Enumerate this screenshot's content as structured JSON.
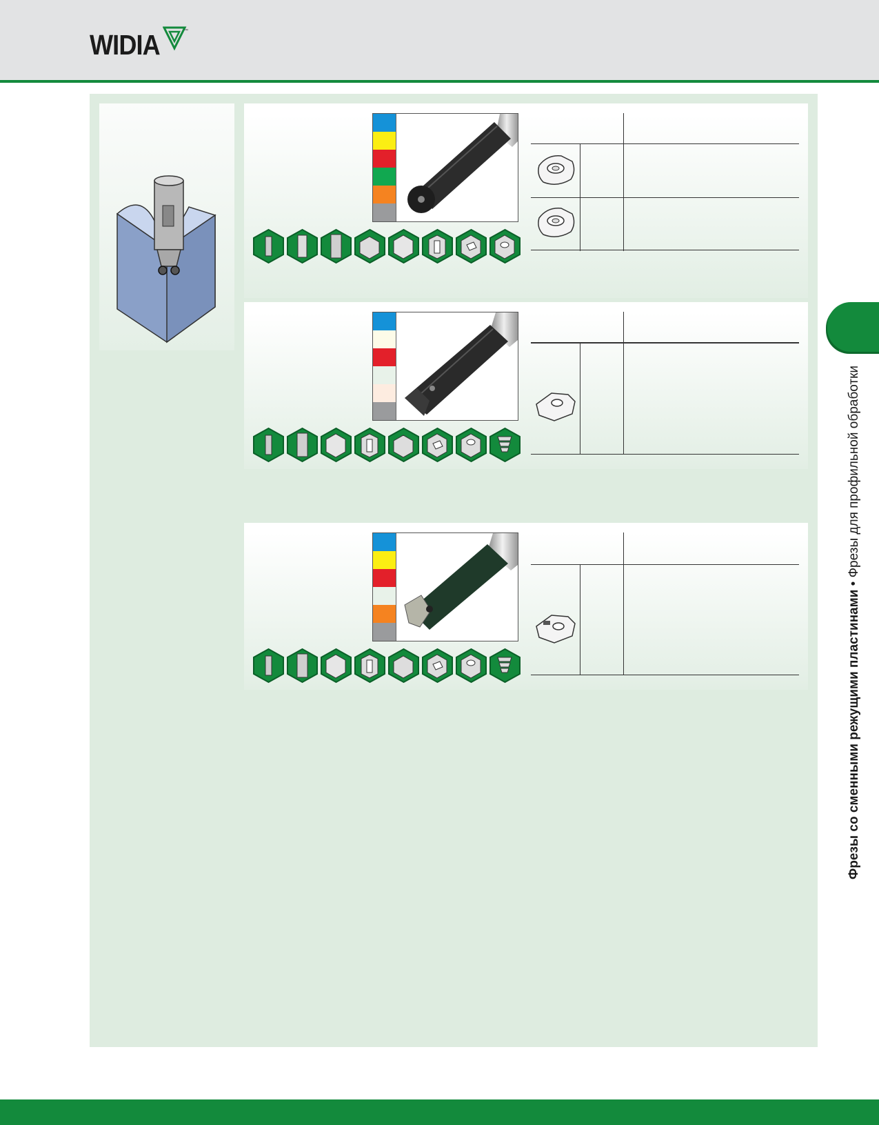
{
  "brand": {
    "name": "WIDIA",
    "mark": "™"
  },
  "colors": {
    "green": "#138a3c",
    "panel": "#deece0",
    "header": "#e2e3e4"
  },
  "sidebar": {
    "title_bold": "Фрезы со сменными режущими пластинами",
    "separator": " • ",
    "title_regular": "Фрезы для профильной обработки"
  },
  "products": [
    {
      "material_colors": [
        "#1592d8",
        "#fbee13",
        "#e3202a",
        "#11a850",
        "#f58320",
        "#9a9b9d"
      ],
      "applications": [
        "ramping-icon",
        "helical-icon",
        "plunge-icon",
        "face-icon",
        "shoulder-icon",
        "slot-icon",
        "pocket-icon",
        "profile-icon"
      ],
      "inserts": 2
    },
    {
      "material_colors": [
        "#1592d8",
        "#fdfbe8",
        "#e3202a",
        "#e8f2e9",
        "#fdece0",
        "#9a9b9d"
      ],
      "applications": [
        "ramping-icon",
        "plunge-icon",
        "shoulder-icon",
        "slot-icon",
        "face-icon",
        "pocket-icon",
        "circular-icon",
        "thread-icon"
      ],
      "inserts": 1
    },
    {
      "material_colors": [
        "#1592d8",
        "#fbee13",
        "#e3202a",
        "#e8f2e9",
        "#f58320",
        "#9a9b9d"
      ],
      "applications": [
        "ramping-icon",
        "plunge-icon",
        "shoulder-icon",
        "slot-icon",
        "face-icon",
        "pocket-icon",
        "circular-icon",
        "thread-icon"
      ],
      "inserts": 1
    }
  ]
}
